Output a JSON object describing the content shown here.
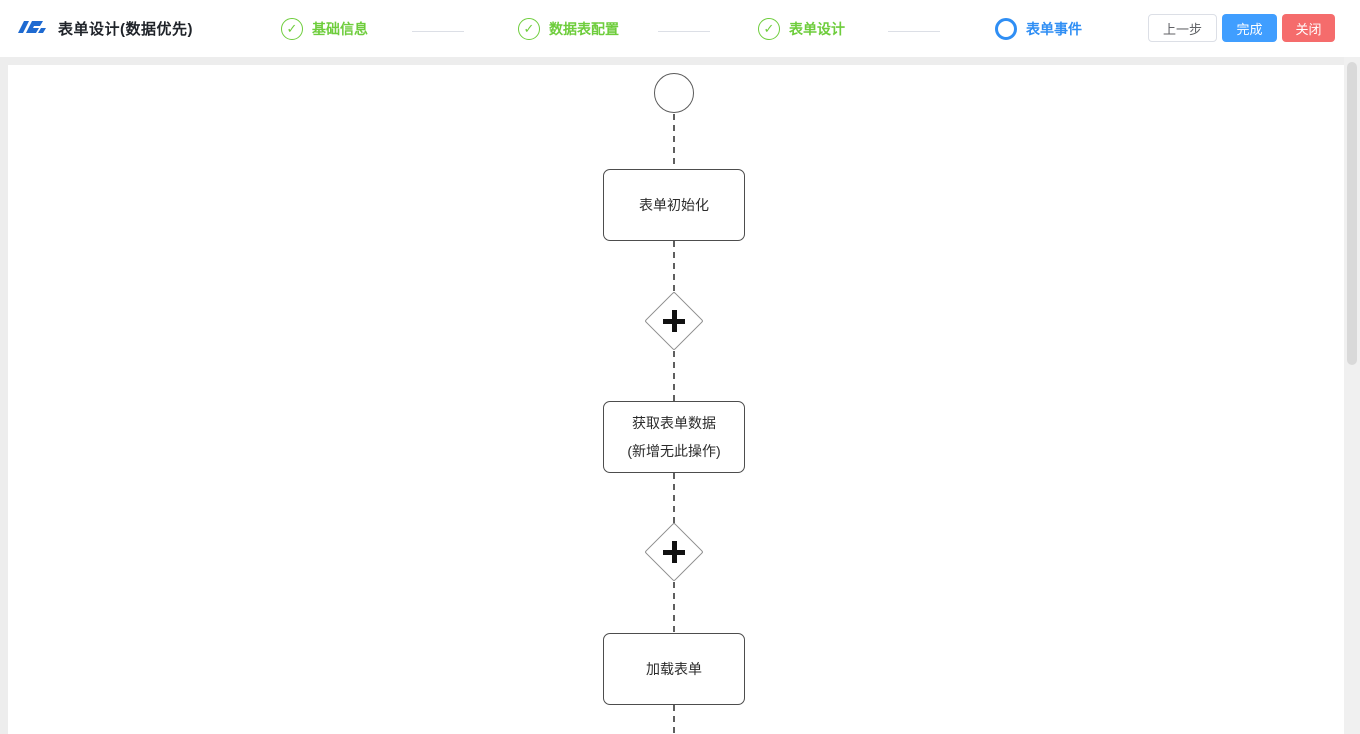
{
  "header": {
    "title": "表单设计(数据优先)",
    "steps": [
      {
        "label": "基础信息",
        "state": "done"
      },
      {
        "label": "数据表配置",
        "state": "done"
      },
      {
        "label": "表单设计",
        "state": "done"
      },
      {
        "label": "表单事件",
        "state": "active"
      }
    ],
    "buttons": {
      "prev": "上一步",
      "finish": "完成",
      "close": "关闭"
    }
  },
  "icons": {
    "check": "✓",
    "plus": "+"
  },
  "colors": {
    "step_done_green": "#6ecd3c",
    "step_active_blue": "#2f8ef4",
    "finish_button_blue": "#409eff",
    "close_button_red": "#f56c6c",
    "logo_blue": "#1e6ad1"
  },
  "flowchart": {
    "nodes": [
      {
        "type": "start-circle",
        "lines": []
      },
      {
        "type": "task",
        "lines": [
          "表单初始化"
        ]
      },
      {
        "type": "gateway-plus",
        "lines": []
      },
      {
        "type": "task",
        "lines": [
          "获取表单数据",
          "(新增无此操作)"
        ]
      },
      {
        "type": "gateway-plus",
        "lines": []
      },
      {
        "type": "task",
        "lines": [
          "加载表单"
        ]
      }
    ]
  }
}
